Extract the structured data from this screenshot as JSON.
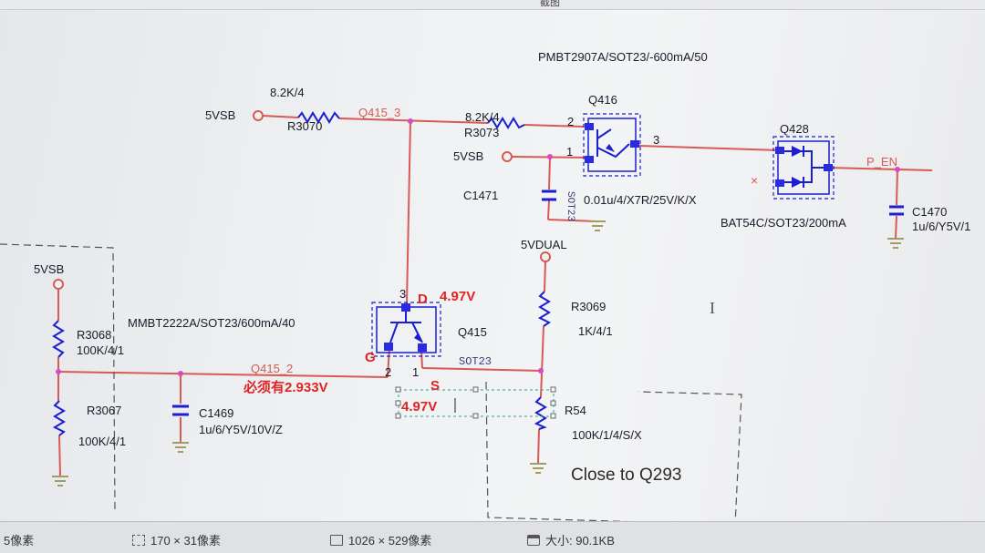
{
  "window": {
    "title": "截图"
  },
  "schematic": {
    "net_5vsb": "5VSB",
    "net_5vdual": "5VDUAL",
    "net_pen": "P_EN",
    "r3070": {
      "ref": "R3070",
      "value": "8.2K/4"
    },
    "r3073": {
      "ref": "R3073",
      "value": "8.2K/4"
    },
    "r3068": {
      "ref": "R3068",
      "value": "100K/4/1"
    },
    "r3067": {
      "ref": "R3067",
      "value": "100K/4/1"
    },
    "r3069": {
      "ref": "R3069",
      "value": "1K/4/1"
    },
    "r54": {
      "ref": "R54",
      "value": "100K/1/4/S/X"
    },
    "c1471": {
      "ref": "C1471",
      "value": "0.01u/4/X7R/25V/K/X"
    },
    "c1469": {
      "ref": "C1469",
      "value": "1u/6/Y5V/10V/Z"
    },
    "c1470": {
      "ref": "C1470",
      "value": "1u/6/Y5V/1"
    },
    "q416": {
      "ref": "Q416",
      "part": "PMBT2907A/SOT23/-600mA/50",
      "pin1": "1",
      "pin2": "2",
      "pin3": "3"
    },
    "q428": {
      "ref": "Q428",
      "part": "BAT54C/SOT23/200mA"
    },
    "q415": {
      "ref": "Q415",
      "part": "MMBT2222A/SOT23/600mA/40",
      "package": "SOT23",
      "net_pin3": "Q415_3",
      "net_pin2": "Q415_2",
      "pin3": "3",
      "pin2": "2",
      "pin1": "1"
    },
    "sot23_c1471": "SOT23",
    "note_close": "Close to Q293",
    "nc_mark": "×"
  },
  "annotations": {
    "d_label": "D",
    "g_label": "G",
    "s_label": "S",
    "d_voltage": "4.97V",
    "g_required": "必须有2.933V",
    "s_voltage": "4.97V"
  },
  "statusbar": {
    "left_text": "5像素",
    "selection_size": "170 × 31像素",
    "image_size": "1026 × 529像素",
    "file_size": "大小: 90.1KB"
  },
  "colors": {
    "wire": "#d9534f",
    "component": "#1b1fd0",
    "pin": "#2a2be0",
    "label": "#1a1a2a",
    "annotation": "#e02424",
    "ground": "#b5a76a"
  }
}
